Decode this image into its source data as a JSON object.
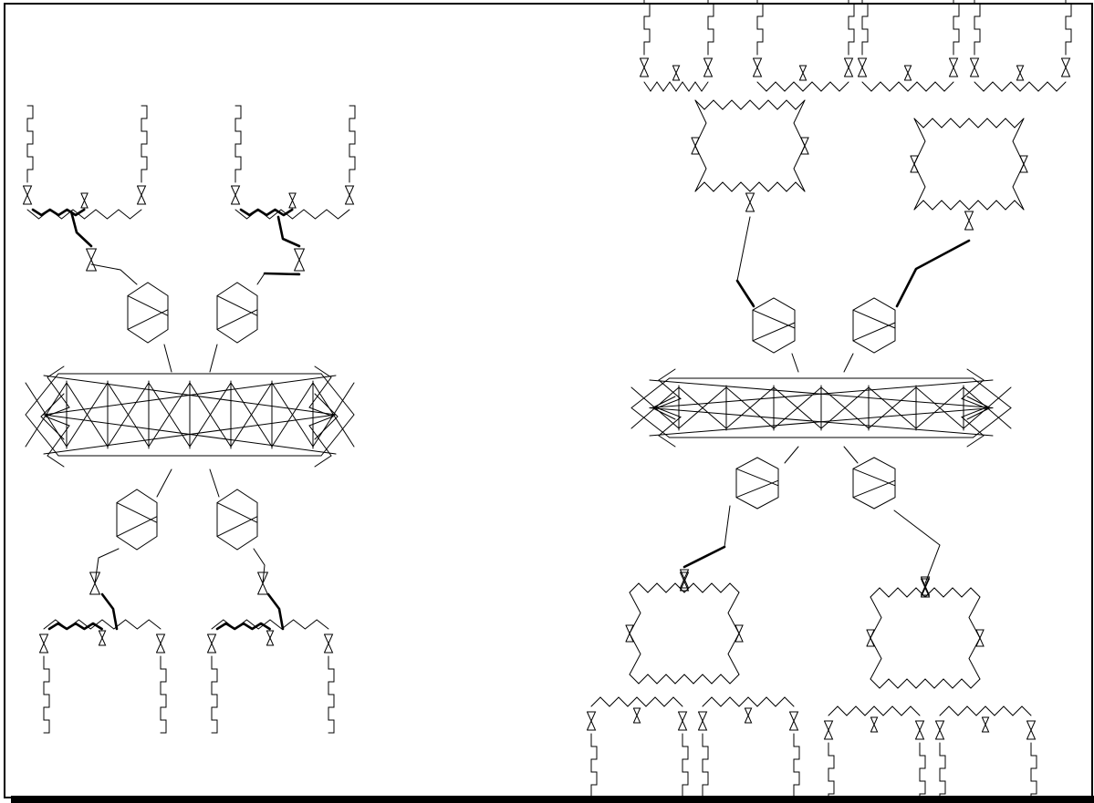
{
  "figure": {
    "panels": [
      {
        "id": "left",
        "description_label": "",
        "branches": [
          {
            "name": "upper-left",
            "highlighted_segments": 6
          },
          {
            "name": "upper-right",
            "highlighted_segments": 6
          },
          {
            "name": "lower-left",
            "highlighted_segments": 6
          },
          {
            "name": "lower-right",
            "highlighted_segments": 6
          }
        ]
      },
      {
        "id": "right",
        "description_label": "",
        "branches": [
          {
            "name": "upper-left",
            "highlighted_segments": 2
          },
          {
            "name": "upper-right",
            "highlighted_segments": 3
          },
          {
            "name": "lower-left",
            "highlighted_segments": 2
          },
          {
            "name": "lower-right",
            "highlighted_segments": 0
          }
        ]
      }
    ],
    "colors": {
      "stroke": "#000000",
      "background": "#ffffff"
    }
  }
}
